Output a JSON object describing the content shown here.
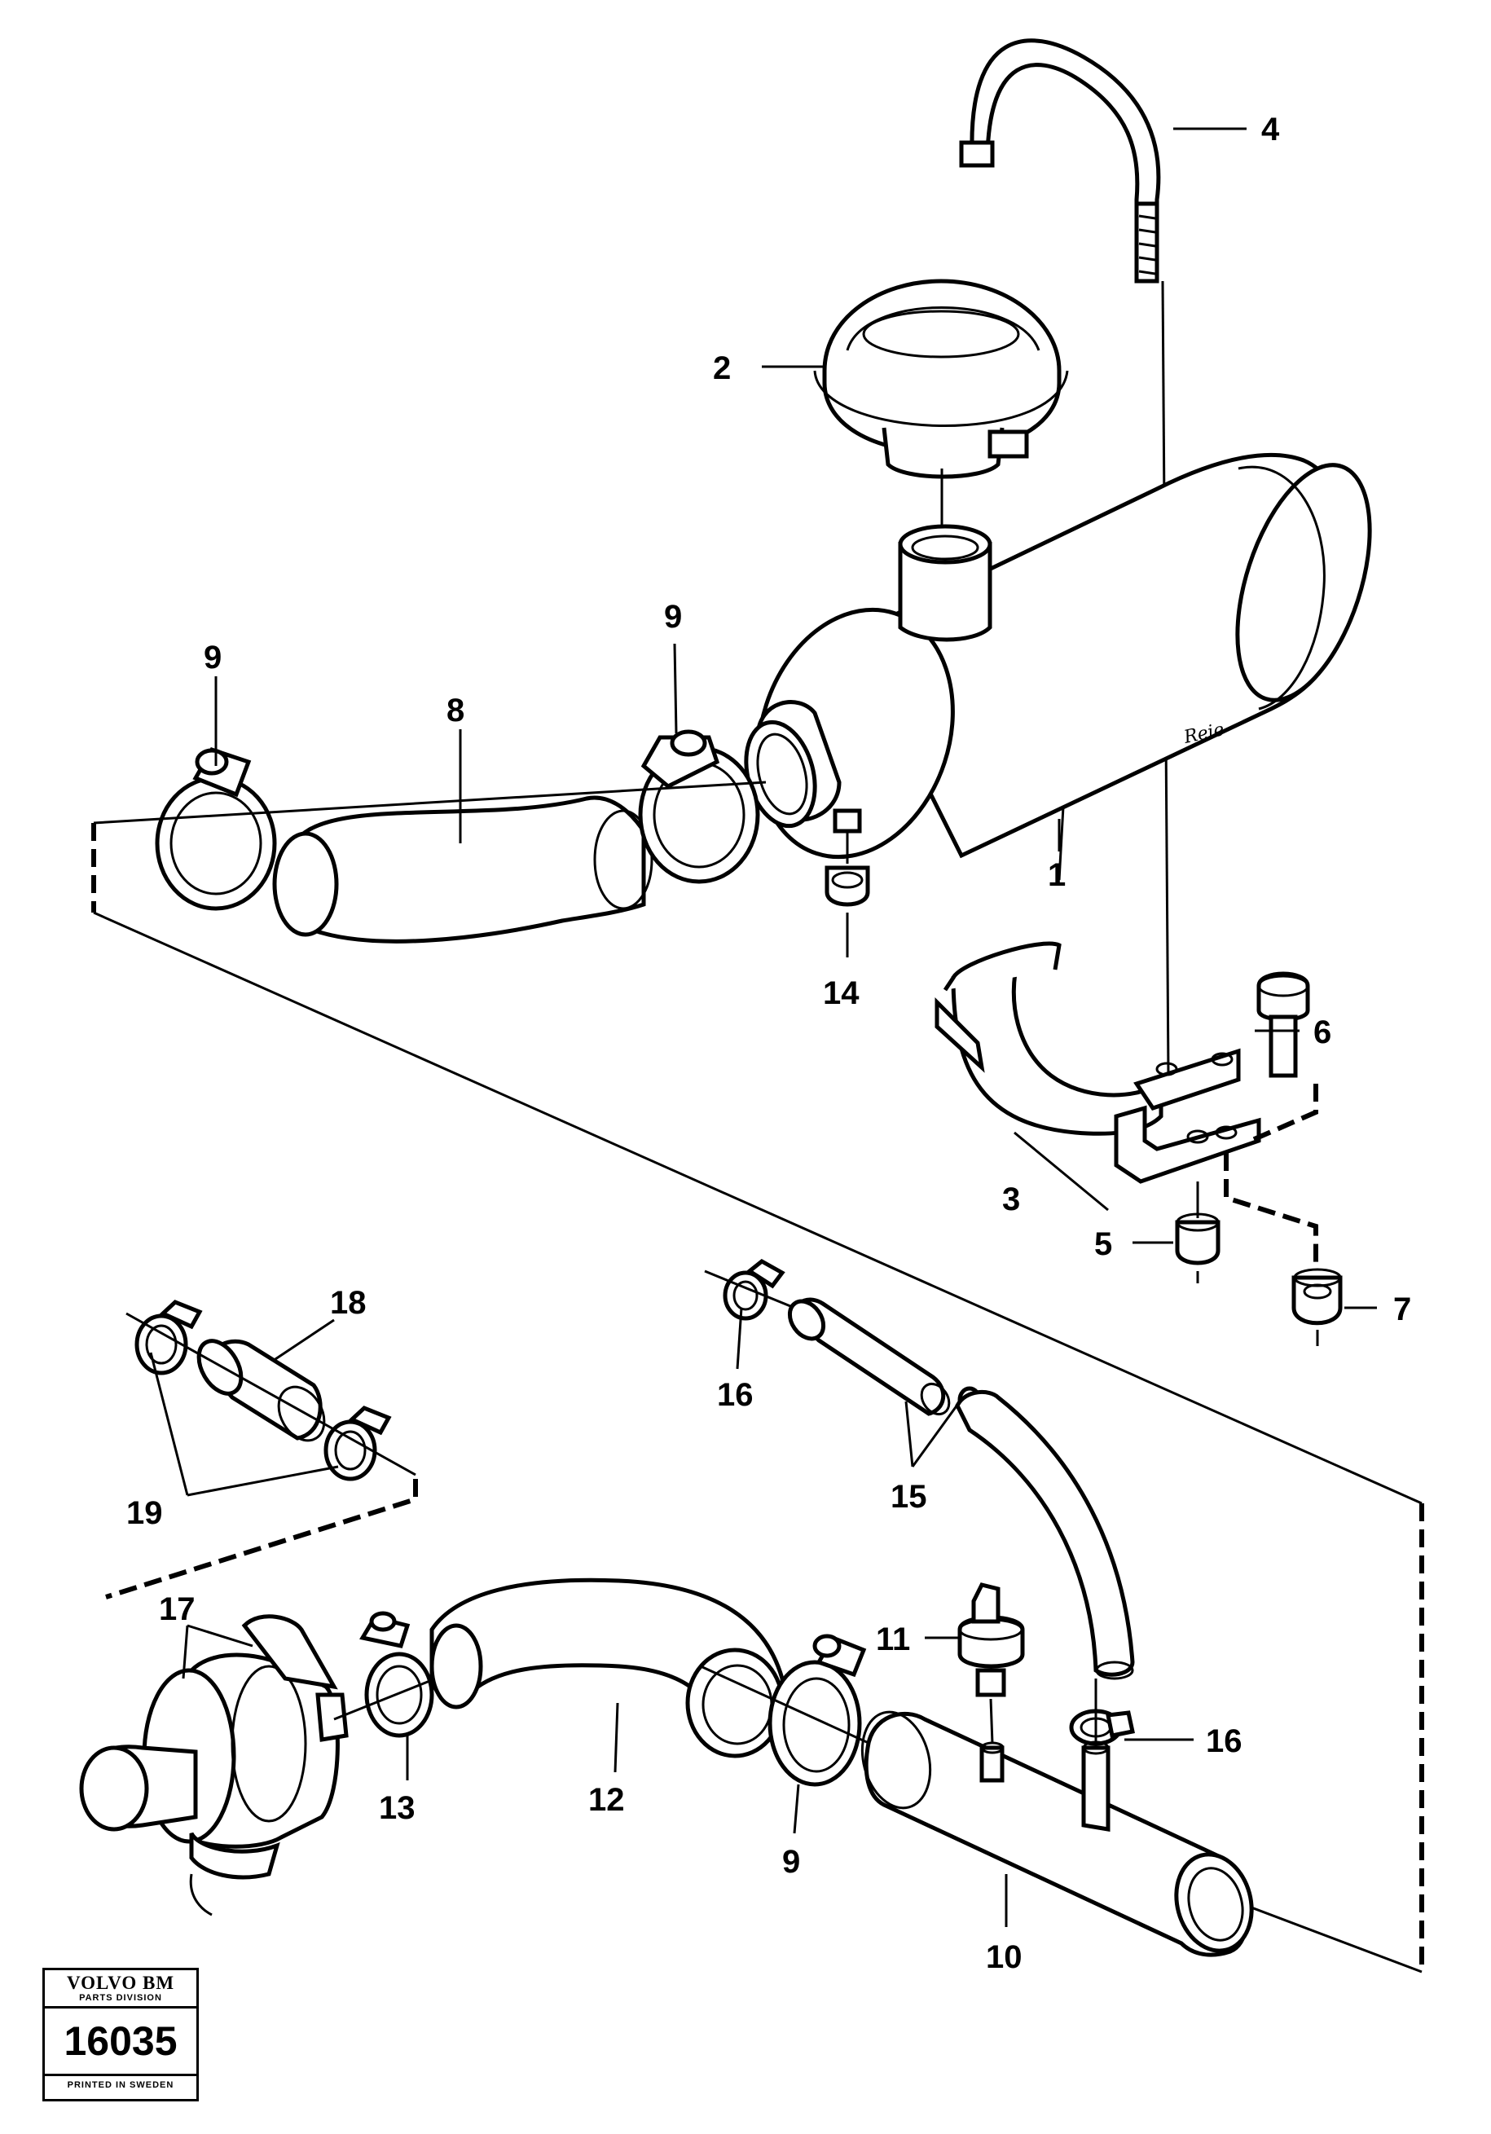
{
  "callouts": {
    "c1": "1",
    "c2": "2",
    "c3": "3",
    "c4": "4",
    "c5": "5",
    "c6": "6",
    "c7": "7",
    "c8": "8",
    "c9a": "9",
    "c9b": "9",
    "c9c": "9",
    "c10": "10",
    "c11": "11",
    "c12": "12",
    "c13": "13",
    "c14": "14",
    "c15": "15",
    "c16a": "16",
    "c16b": "16",
    "c17": "17",
    "c18": "18",
    "c19": "19"
  },
  "signature": "Reie",
  "stamp": {
    "brand": "VOLVO BM",
    "division": "PARTS DIVISION",
    "number": "16035",
    "footer": "PRINTED IN SWEDEN"
  }
}
